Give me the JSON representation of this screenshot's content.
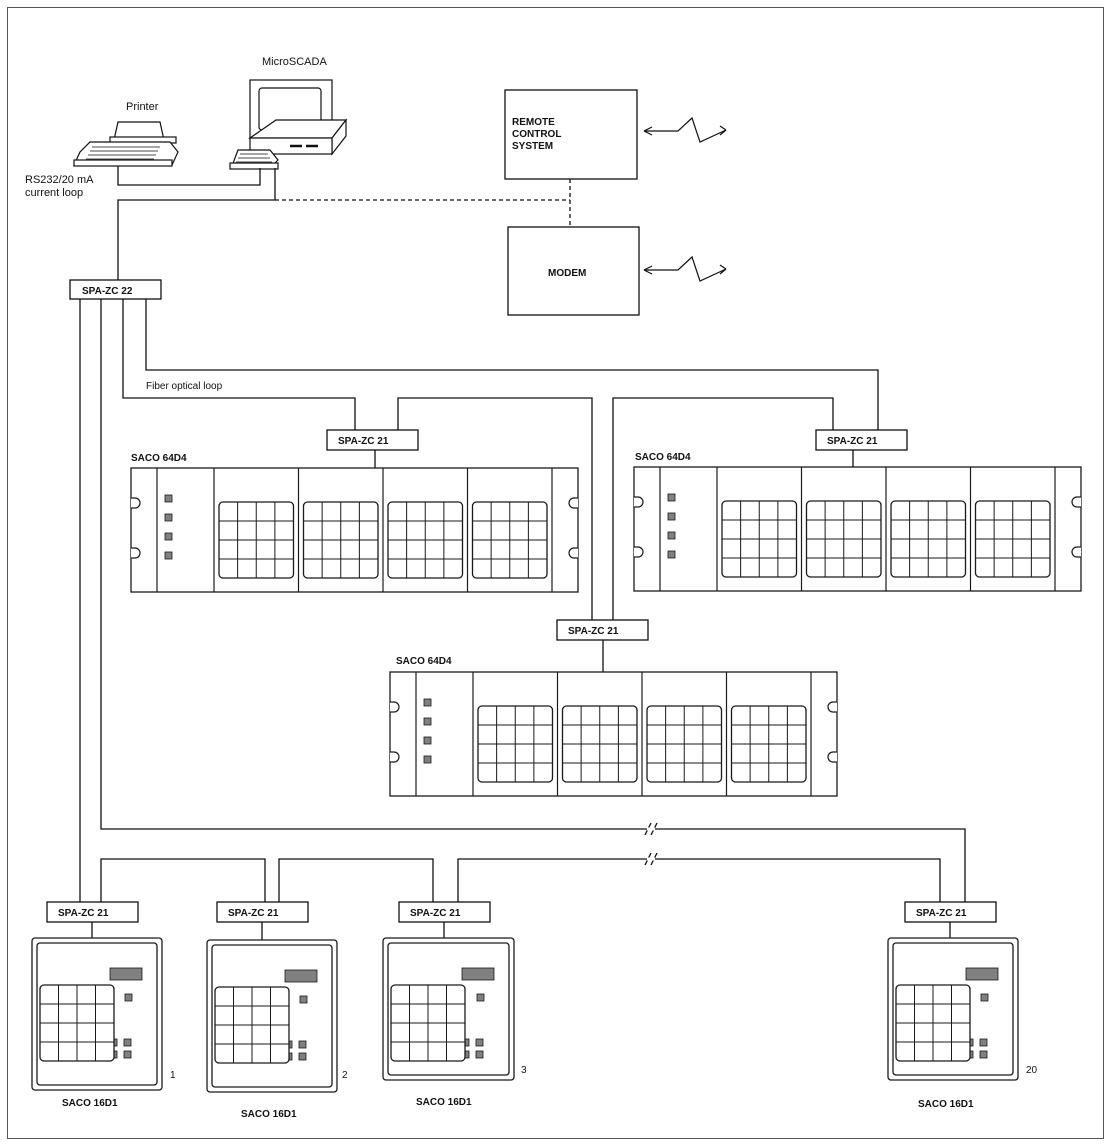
{
  "labels": {
    "microscada": "MicroSCADA",
    "printer": "Printer",
    "rs232_line1": "RS232/20 mA",
    "rs232_line2": "current loop",
    "fiber_loop": "Fiber optical loop"
  },
  "boxes": {
    "remote_line1": "REMOTE",
    "remote_line2": "CONTROL",
    "remote_line3": "SYSTEM",
    "modem": "MODEM",
    "zc22": "SPA-ZC 22"
  },
  "zc21_label": "SPA-ZC 21",
  "racks": {
    "name": "SACO 64D4"
  },
  "units": {
    "name": "SACO 16D1",
    "numbers": [
      "1",
      "2",
      "3",
      "20"
    ]
  },
  "colors": {
    "line": "#1a1a1a",
    "indicator": "#808080",
    "background": "#ffffff"
  }
}
